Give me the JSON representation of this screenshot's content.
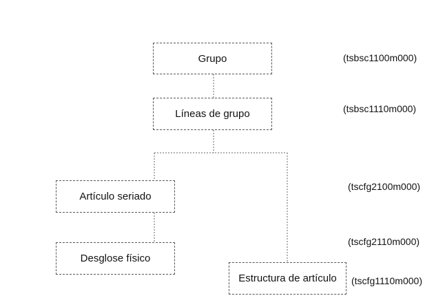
{
  "nodes": {
    "grupo": "Grupo",
    "lineas_grupo": "Líneas de grupo",
    "articulo_seriado": "Artículo seriado",
    "desglose_fisico": "Desglose físico",
    "estructura_articulo": "Estructura de artículo"
  },
  "codes": {
    "grupo": "(tsbsc1100m000)",
    "lineas_grupo": "(tsbsc1110m000)",
    "articulo_seriado": "(tscfg2100m000)",
    "desglose_fisico": "(tscfg2110m000)",
    "estructura_articulo": "(tscfg1110m000)"
  }
}
